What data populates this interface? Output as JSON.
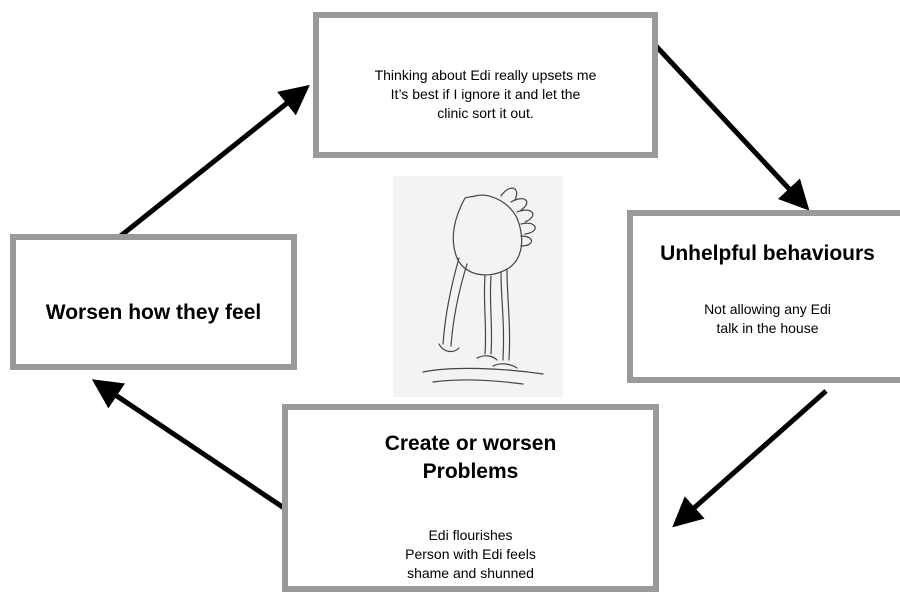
{
  "diagram": {
    "thoughts_box": {
      "text": "Thinking about   Edi  really upsets me\nIt’s best if I ignore it and let the\nclinic sort it out."
    },
    "behaviours_box": {
      "title": "Unhelpful behaviours",
      "text": "Not allowing any   Edi\ntalk in the house"
    },
    "problems_box": {
      "title": "Create or worsen\nProblems",
      "text": "Edi  flourishes\nPerson with   Edi feels\nshame and shunned"
    },
    "feel_box": {
      "title": "Worsen how they feel"
    },
    "illustration": {
      "icon": "ostrich-head-in-sand-icon"
    },
    "colors": {
      "box_border": "#9a9a9a",
      "arrow": "#000000",
      "drawing_paper": "#f3f3f3"
    }
  }
}
